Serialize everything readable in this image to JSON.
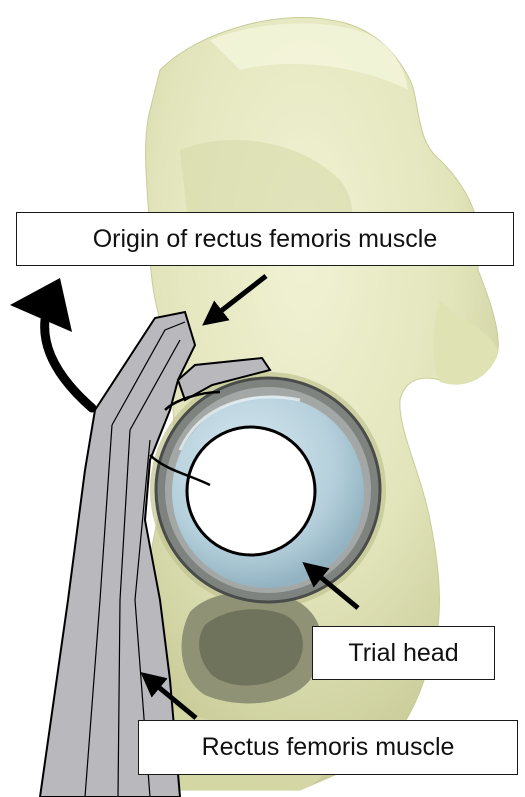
{
  "labels": {
    "origin": "Origin of rectus femoris muscle",
    "trial_head": "Trial head",
    "rectus": "Rectus femoris muscle"
  },
  "colors": {
    "bone": "#e9ebc6",
    "bone_shadow": "#c7cb95",
    "bone_dark": "#8d9070",
    "cup_rim": "#8c8f8a",
    "trial_head": "#bad3de",
    "muscle_fill": "#b8b8bc",
    "outline": "#000000"
  }
}
